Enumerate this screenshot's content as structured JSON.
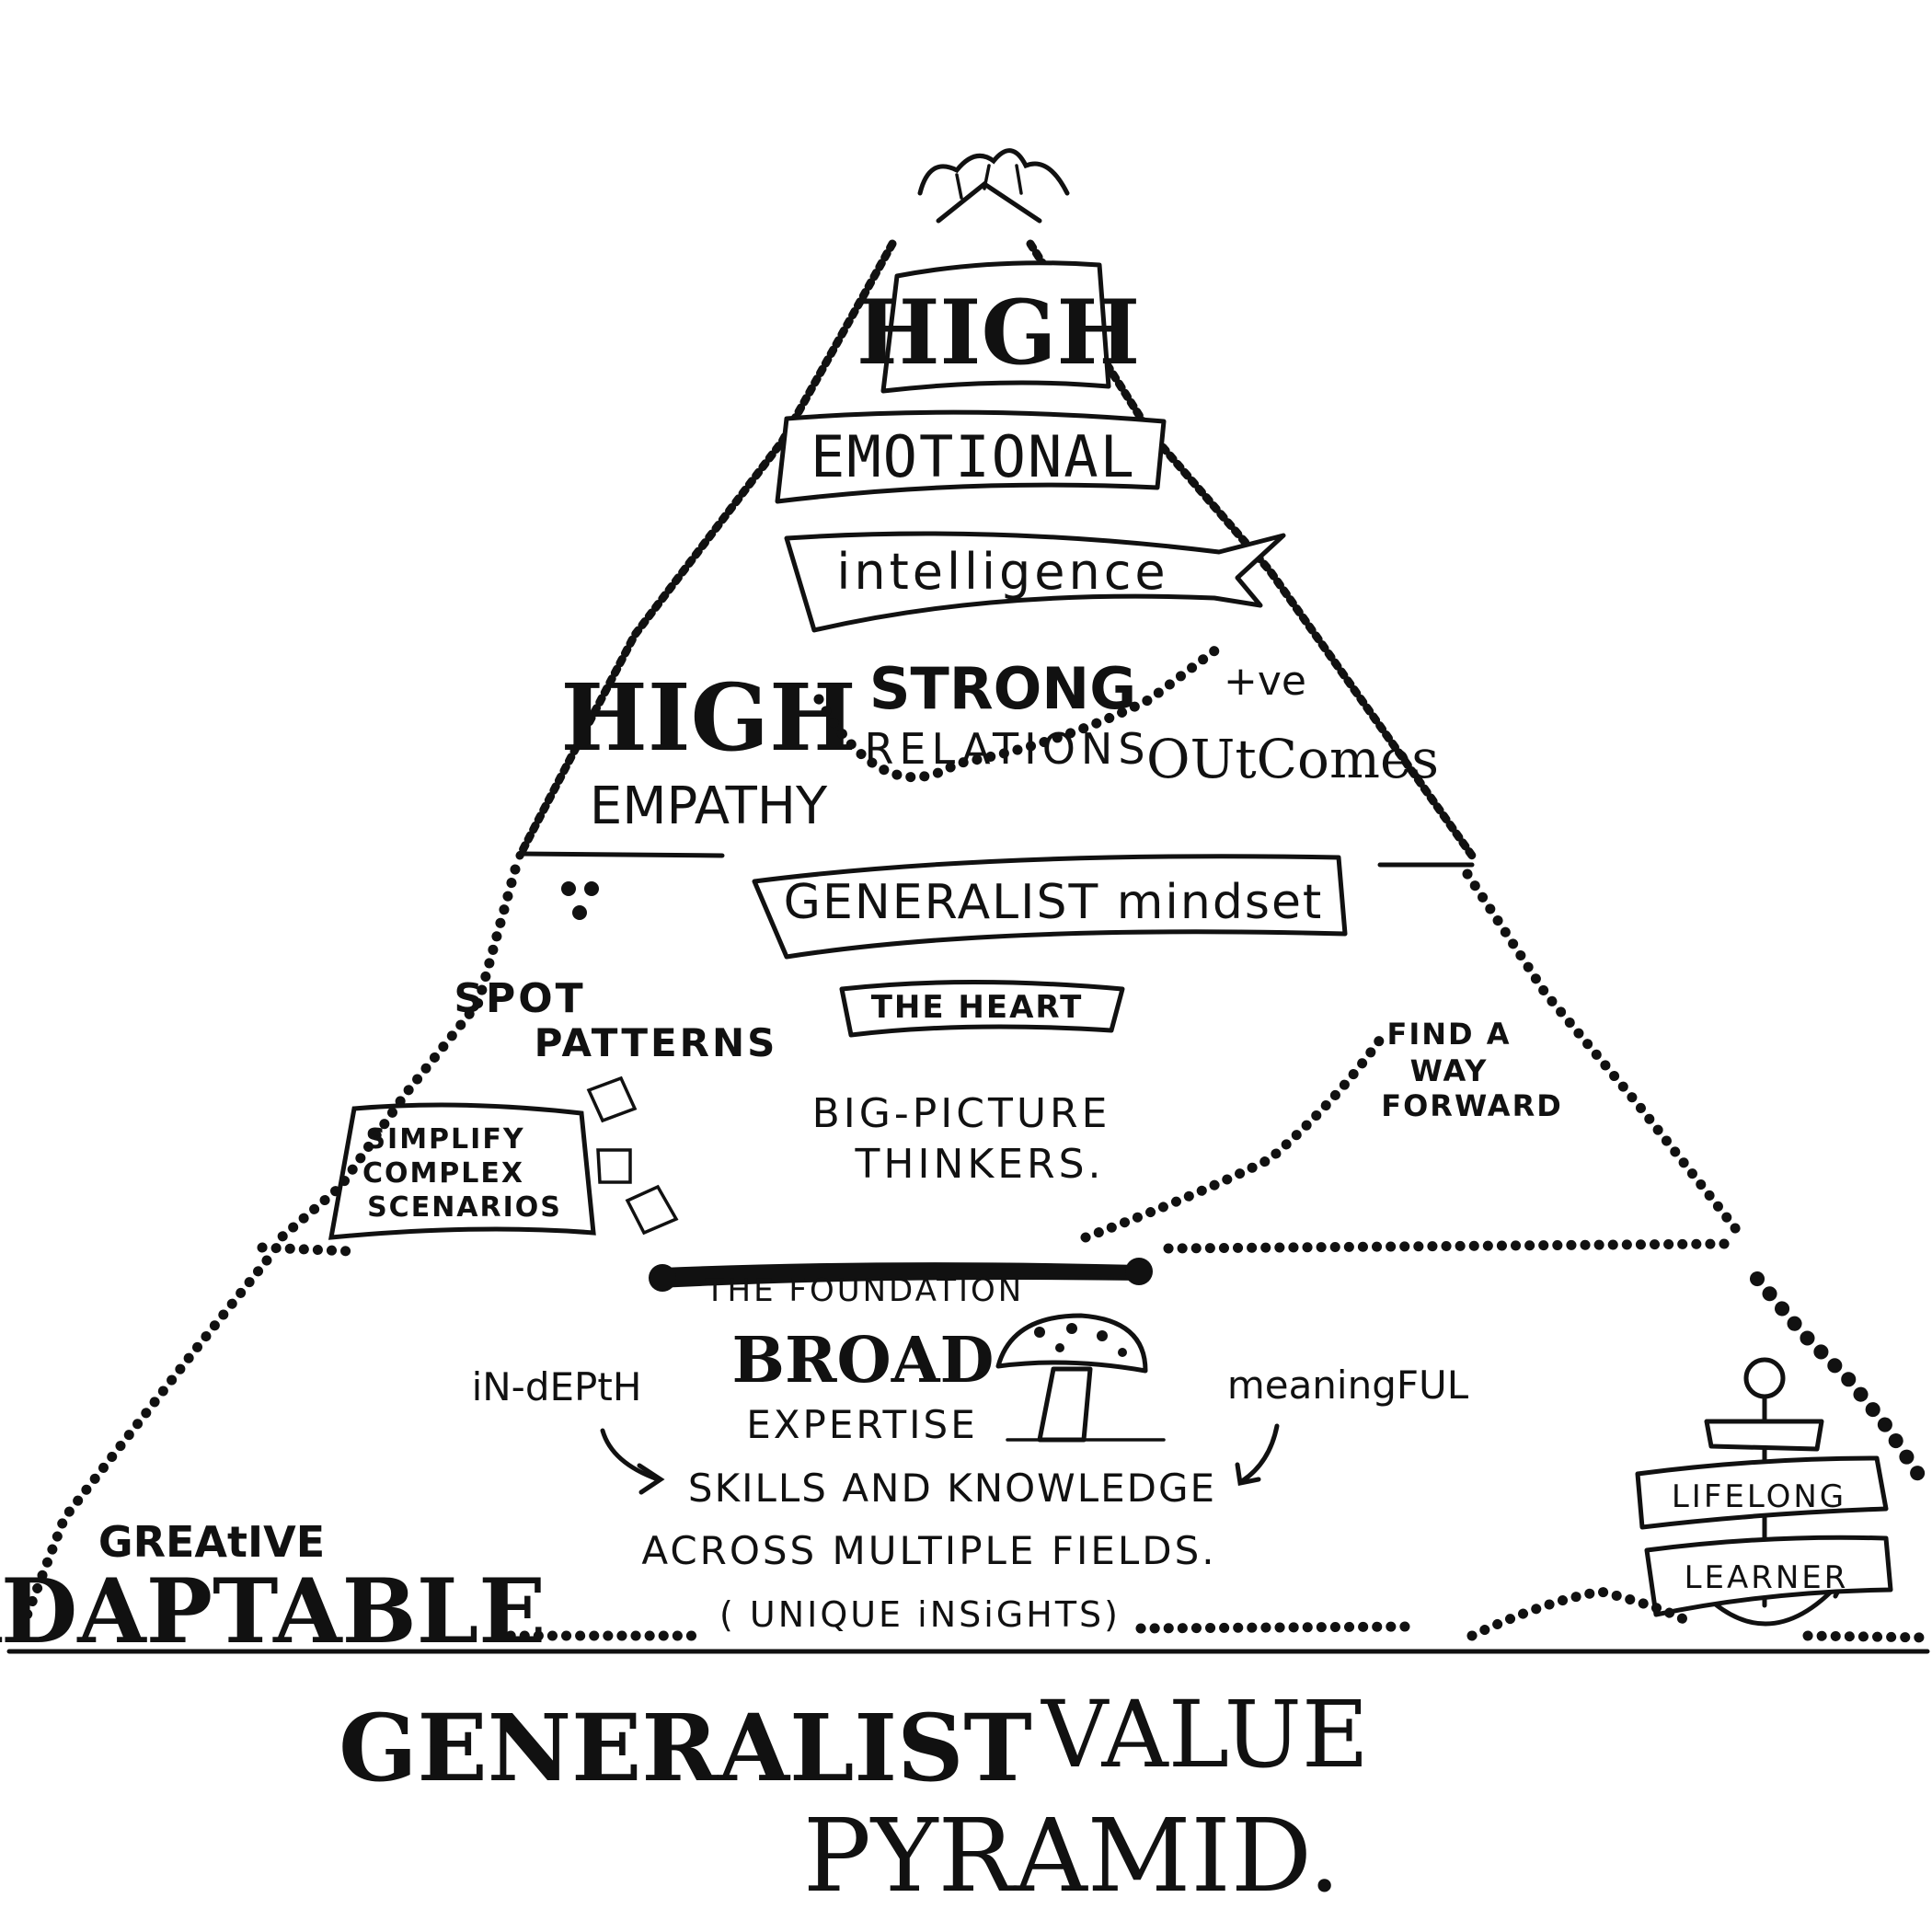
{
  "pyramid": {
    "top": {
      "banner_high": "HIGH",
      "banner_emotional": "EMOTIONAL",
      "banner_intelligence": "intelligence",
      "high_empathy_1": "HIGH",
      "high_empathy_2": "EMPATHY",
      "strong_relations_1": "STRONG",
      "strong_relations_2": "RELATIONS",
      "positive_1": "+ve",
      "positive_2": "OUtComes"
    },
    "middle": {
      "banner": "GENERALIST mindset",
      "subtitle": "THE HEART",
      "spot_patterns_1": "SPOT",
      "spot_patterns_2": "PATTERNS",
      "simplify_1": "SIMPLIFY",
      "simplify_2": "COMPLEX",
      "simplify_3": "SCENARIOS",
      "big_picture_1": "BIG-PICTURE",
      "big_picture_2": "THINKERS.",
      "find_way_1": "FIND A",
      "find_way_2": "WAY",
      "find_way_3": "FORWARD"
    },
    "bottom": {
      "banner": "THE FOUNDATION",
      "broad": "BROAD",
      "expertise": "EXPERTISE",
      "in_depth": "iN-dEPtH",
      "meaningful": "meaningFUL",
      "skills": "SKILLS AND KNOWLEDGE",
      "across": "ACROSS MULTIPLE FIELDS.",
      "unique": "( UNIQUE iNSiGHTS)",
      "creative": "GREAtIVE",
      "adaptable": "ADAPTABLE",
      "lifelong": "LIFELONG",
      "learner": "LEARNER"
    }
  },
  "title": {
    "line1_a": "GENERALIST",
    "line1_b": "VALUE",
    "line2": "PYRAMID."
  },
  "icons": [
    "crown-icon",
    "mushroom-icon",
    "anchor-icon",
    "paper-sheets-icon",
    "arrow-icon"
  ],
  "colors": {
    "ink": "#111111",
    "paper": "#ffffff"
  }
}
